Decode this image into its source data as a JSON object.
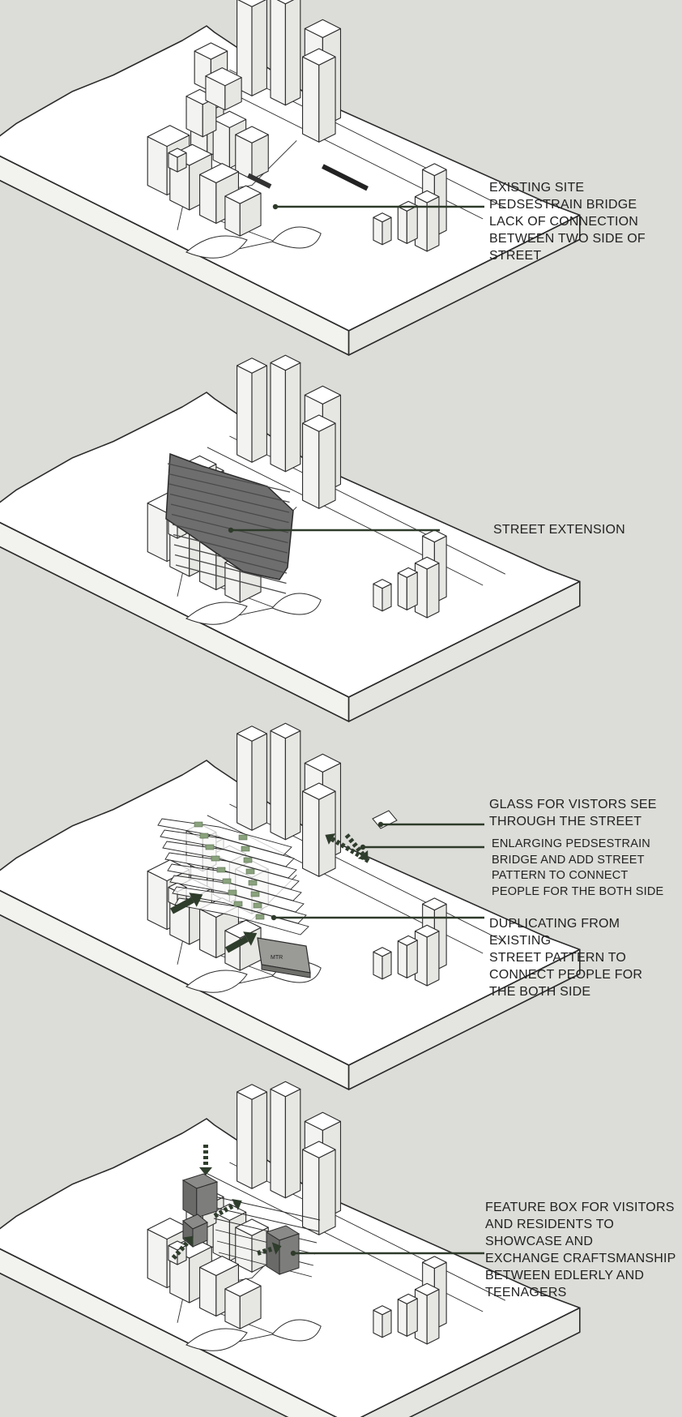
{
  "colors": {
    "background": "#dcdcd8",
    "outline": "#2b2b2b",
    "leader_line": "#2e3a2a",
    "dark_mass": "#6e6e6e",
    "green_accent": "#8aa27d",
    "dark_green_arrow": "#2f3d2c"
  },
  "panels": [
    {
      "id": "existing",
      "labels": [
        {
          "lines": [
            "EXISTING SITE",
            "PEDSESTRAIN BRIDGE",
            "LACK OF CONNECTION",
            "BETWEEN TWO SIDE OF",
            "STREET"
          ]
        }
      ]
    },
    {
      "id": "extension",
      "labels": [
        {
          "lines": [
            "STREET EXTENSION"
          ]
        }
      ]
    },
    {
      "id": "pattern",
      "mtr_label": "MTR",
      "labels": [
        {
          "lines": [
            "GLASS FOR VISTORS SEE",
            "THROUGH THE STREET"
          ]
        },
        {
          "lines": [
            "ENLARGING PEDSESTRAIN",
            "BRIDGE AND ADD STREET",
            "PATTERN TO CONNECT",
            "PEOPLE FOR THE BOTH SIDE"
          ]
        },
        {
          "lines": [
            "DUPLICATING FROM",
            "EXISTING",
            "STREET PATTERN TO",
            "CONNECT PEOPLE FOR",
            "THE BOTH SIDE"
          ]
        }
      ]
    },
    {
      "id": "feature",
      "labels": [
        {
          "lines": [
            "FEATURE BOX FOR VISITORS",
            "AND RESIDENTS TO",
            "SHOWCASE AND",
            "EXCHANGE CRAFTSMANSHIP",
            "BETWEEN EDLERLY AND",
            "TEENAGERS"
          ]
        }
      ]
    }
  ]
}
